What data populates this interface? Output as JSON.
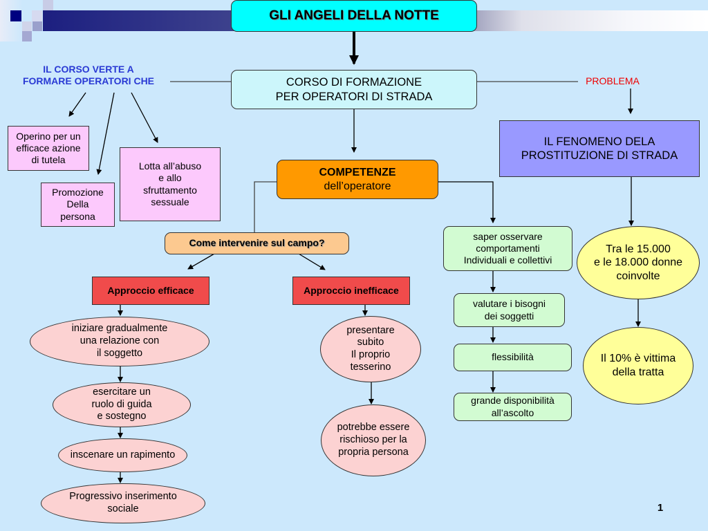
{
  "slide": {
    "page_number": "1",
    "colors": {
      "background": "#cce8fc",
      "title_fill": "#00ffff",
      "course_fill": "#ccf6fb",
      "competenze_fill": "#ff9900",
      "question_fill": "#fcc990",
      "approach_fill": "#f04b4b",
      "ellipse_pink": "#fcd2d2",
      "ellipse_yellow": "#ffff99",
      "green_fill": "#d2fbd2",
      "violet_fill": "#fcc9fc",
      "problem_fill": "#9999ff",
      "blue_label": "#2a3ad4",
      "red_label": "#ee0000"
    }
  },
  "title": "GLI ANGELI DELLA NOTTE",
  "course": "CORSO DI FORMAZIONE\nPER OPERATORI DI STRADA",
  "left_branch": {
    "heading": "IL CORSO VERTE A\nFORMARE OPERATORI CHE",
    "items": [
      "Operino per un\nefficace azione\ndi tutela",
      "Promozione\nDella\npersona",
      "Lotta all’abuso\ne allo\nsfruttamento\nsessuale"
    ]
  },
  "competenze": {
    "title": "COMPETENZE",
    "subtitle": "dell’operatore"
  },
  "question": "Come intervenire sul campo?",
  "effective": {
    "label": "Approccio efficace",
    "steps": [
      "iniziare gradualmente\nuna relazione con\nil soggetto",
      "esercitare un\nruolo di guida\ne sostegno",
      "inscenare un rapimento",
      "Progressivo inserimento\nsociale"
    ]
  },
  "ineffective": {
    "label": "Approccio inefficace",
    "steps": [
      "presentare\nsubito\nIl proprio\ntesserino",
      "potrebbe essere\nrischioso per la\npropria persona"
    ]
  },
  "skills": [
    "saper osservare\ncomportamenti\nIndividuali e collettivi",
    "valutare i bisogni\ndei soggetti",
    "flessibilità",
    "grande disponibilità\nall’ascolto"
  ],
  "problem": {
    "label": "PROBLEMA",
    "box": "IL FENOMENO DELA\nPROSTITUZIONE DI STRADA",
    "facts": [
      "Tra le 15.000\ne le 18.000 donne\ncoinvolte",
      "Il 10% è vittima\ndella tratta"
    ]
  }
}
